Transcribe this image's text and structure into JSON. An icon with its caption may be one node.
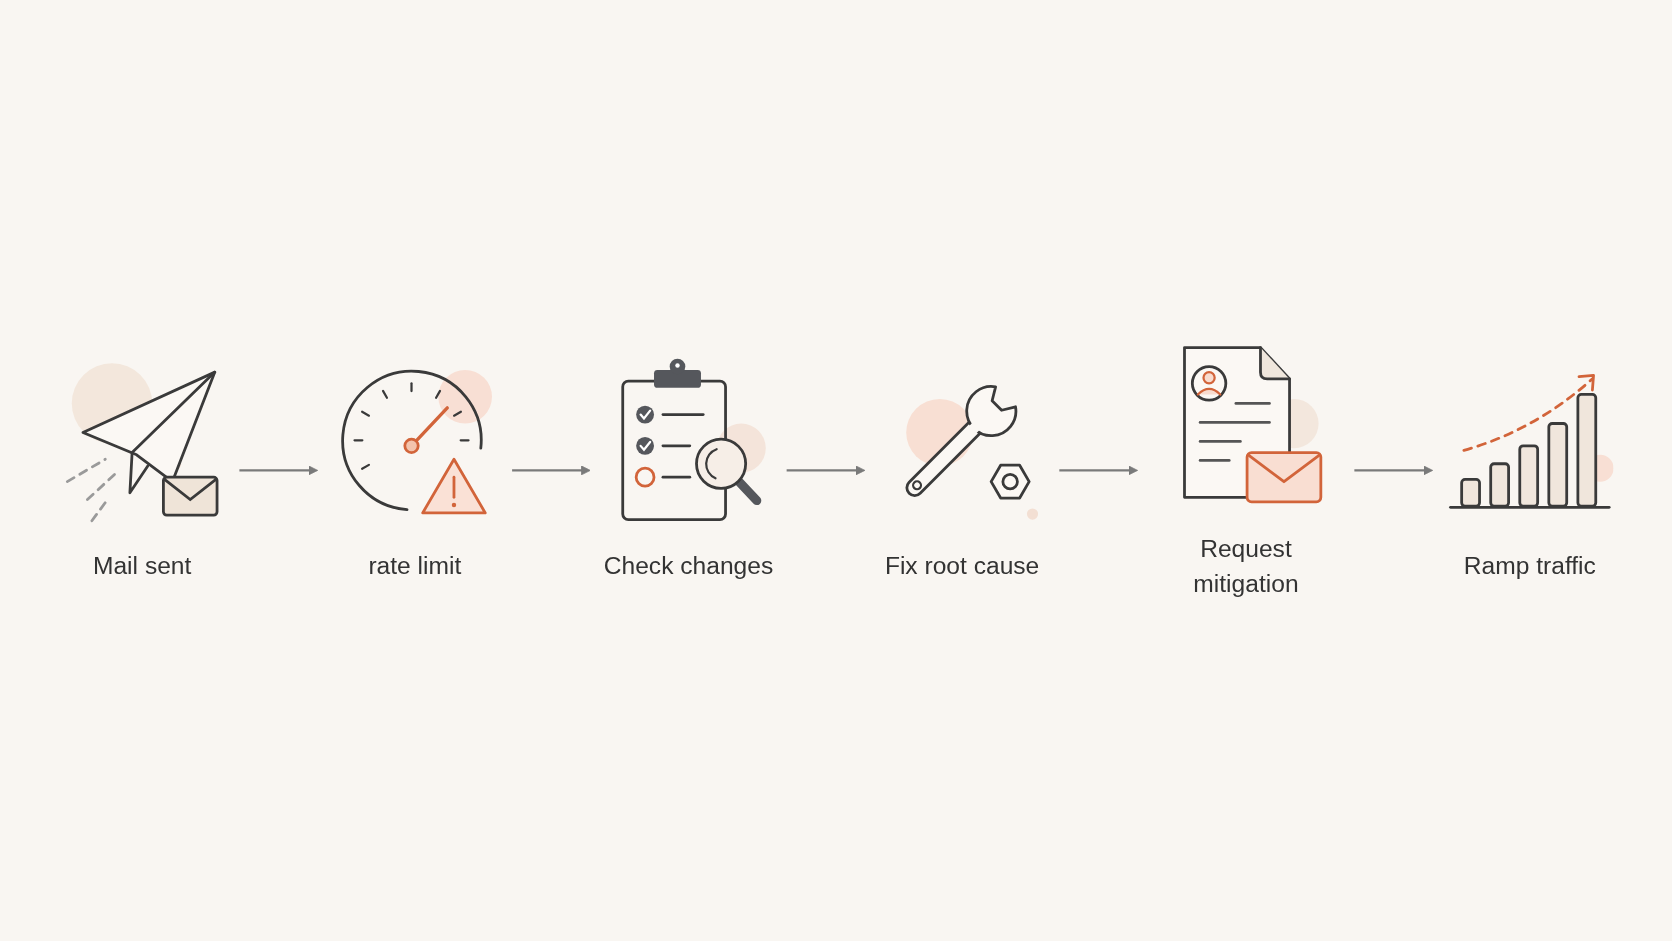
{
  "diagram": {
    "nodes": [
      {
        "text": [
          "Mail sent"
        ]
      },
      {
        "text": [
          "rate limit"
        ]
      },
      {
        "text": [
          "Check changes"
        ]
      },
      {
        "text": [
          "Fix root cause"
        ]
      },
      {
        "text": [
          "Request mitigation"
        ]
      },
      {
        "text": [
          "Ramp traffic"
        ]
      }
    ],
    "edges": [
      {
        "from": 0,
        "to": 1,
        "arrow": "to"
      },
      {
        "from": 1,
        "to": 2,
        "arrow": "to"
      },
      {
        "from": 2,
        "to": 3,
        "arrow": "to"
      },
      {
        "from": 3,
        "to": 4,
        "arrow": "to"
      },
      {
        "from": 4,
        "to": 5,
        "arrow": "to"
      }
    ]
  }
}
